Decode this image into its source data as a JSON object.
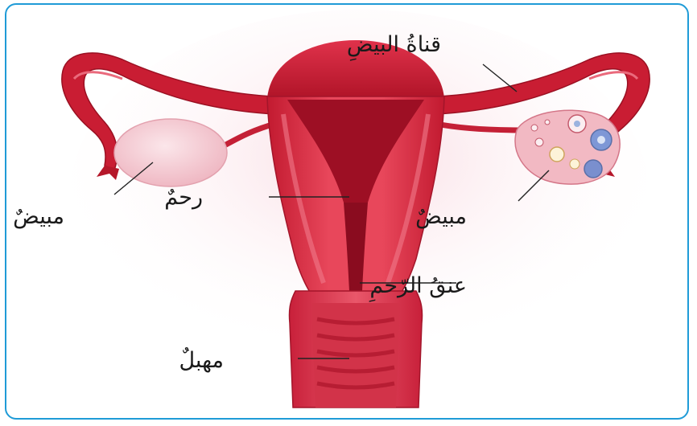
{
  "labels": {
    "fallopian_tube": "قناةُ البيضِ",
    "ovary_left": "مبيضٌ",
    "ovary_right": "مبيضٌ",
    "uterus": "رحمٌ",
    "cervix": "عنقُ الرّحمِ",
    "vagina": "مهبلٌ"
  },
  "colors": {
    "border": "#1f9bd7",
    "tissue_dark": "#b5172a",
    "tissue_mid": "#d8283f",
    "tissue_light": "#ee6f82",
    "ovary": "#f6d3da"
  }
}
